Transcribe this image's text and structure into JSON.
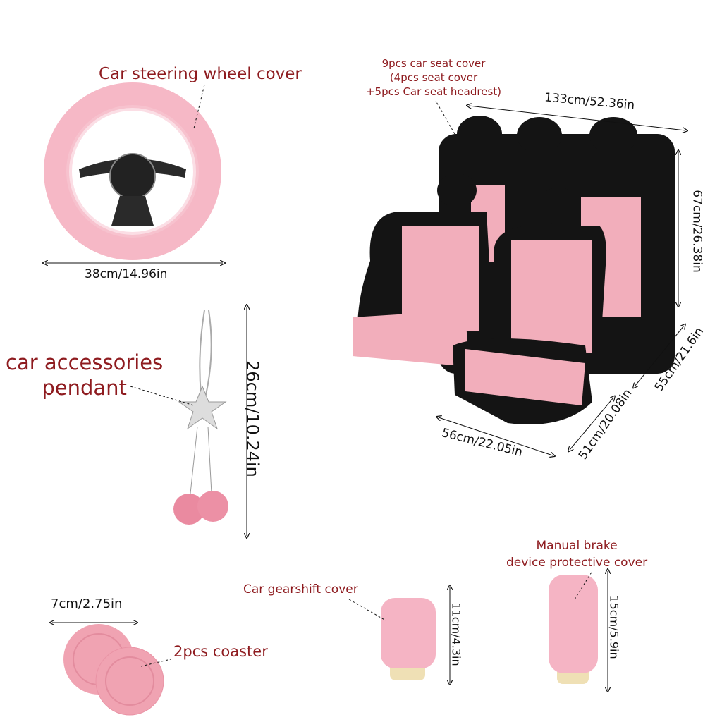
{
  "labels": {
    "steering_wheel": "Car steering wheel cover",
    "steering_width": "38cm/14.96in",
    "seat_cover_line1": "9pcs car seat cover",
    "seat_cover_line2": "(4pcs seat cover",
    "seat_cover_line3": "+5pcs Car seat headrest)",
    "seat_width": "133cm/52.36in",
    "seat_height": "67cm/26.38in",
    "seat_depth": "55cm/21.6in",
    "front_seat_depth": "51cm/20.08in",
    "front_seat_width": "56cm/22.05in",
    "pendant_line1": "car accessories",
    "pendant_line2": "pendant",
    "pendant_length": "26cm/10.24in",
    "coaster_size": "7cm/2.75in",
    "coaster": "2pcs coaster",
    "gearshift": "Car gearshift cover",
    "gearshift_size": "11cm/4.3in",
    "brake_line1": "Manual brake",
    "brake_line2": "device protective cover",
    "brake_size": "15cm/5.9in"
  },
  "colors": {
    "label_red": "#8e1b1f",
    "pink": "#f2aebb",
    "black": "#141414"
  }
}
